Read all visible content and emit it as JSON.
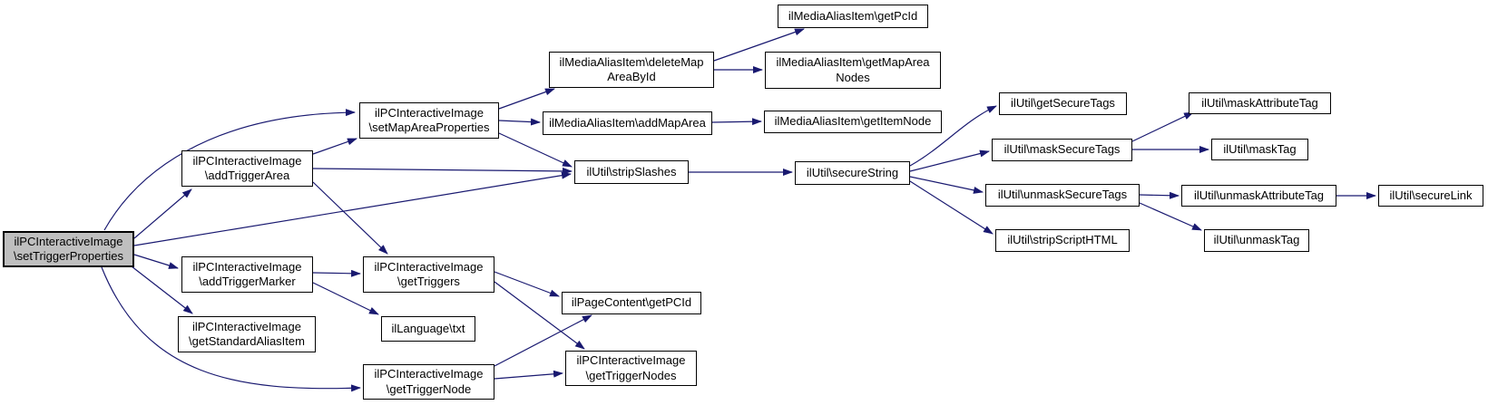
{
  "diagram": {
    "type": "call-graph",
    "background_color": "#ffffff",
    "edge_color": "#191970",
    "node_fill": "#ffffff",
    "node_border_color": "#000000",
    "highlighted_node_fill": "#bfbfbf"
  },
  "nodes": [
    {
      "id": "set-trigger-properties",
      "label": "ilPCInteractiveImage\n\\setTriggerProperties",
      "highlighted": true
    },
    {
      "id": "add-trigger-area",
      "label": "ilPCInteractiveImage\n\\addTriggerArea"
    },
    {
      "id": "add-trigger-marker",
      "label": "ilPCInteractiveImage\n\\addTriggerMarker"
    },
    {
      "id": "get-standard-alias-item",
      "label": "ilPCInteractiveImage\n\\getStandardAliasItem"
    },
    {
      "id": "set-map-area-properties",
      "label": "ilPCInteractiveImage\n\\setMapAreaProperties"
    },
    {
      "id": "get-triggers",
      "label": "ilPCInteractiveImage\n\\getTriggers"
    },
    {
      "id": "language-txt",
      "label": "ilLanguage\\txt"
    },
    {
      "id": "get-trigger-node",
      "label": "ilPCInteractiveImage\n\\getTriggerNode"
    },
    {
      "id": "delete-map-area-by-id",
      "label": "ilMediaAliasItem\\deleteMap\nAreaById"
    },
    {
      "id": "add-map-area",
      "label": "ilMediaAliasItem\\addMapArea"
    },
    {
      "id": "strip-slashes",
      "label": "ilUtil\\stripSlashes"
    },
    {
      "id": "get-pcid",
      "label": "ilPageContent\\getPCId"
    },
    {
      "id": "get-trigger-nodes",
      "label": "ilPCInteractiveImage\n\\getTriggerNodes"
    },
    {
      "id": "get-pc-id",
      "label": "ilMediaAliasItem\\getPcId"
    },
    {
      "id": "get-map-area-nodes",
      "label": "ilMediaAliasItem\\getMapArea\nNodes"
    },
    {
      "id": "get-item-node",
      "label": "ilMediaAliasItem\\getItemNode"
    },
    {
      "id": "secure-string",
      "label": "ilUtil\\secureString"
    },
    {
      "id": "get-secure-tags",
      "label": "ilUtil\\getSecureTags"
    },
    {
      "id": "mask-secure-tags",
      "label": "ilUtil\\maskSecureTags"
    },
    {
      "id": "unmask-secure-tags",
      "label": "ilUtil\\unmaskSecureTags"
    },
    {
      "id": "strip-script-html",
      "label": "ilUtil\\stripScriptHTML"
    },
    {
      "id": "mask-attribute-tag",
      "label": "ilUtil\\maskAttributeTag"
    },
    {
      "id": "mask-tag",
      "label": "ilUtil\\maskTag"
    },
    {
      "id": "unmask-attribute-tag",
      "label": "ilUtil\\unmaskAttributeTag"
    },
    {
      "id": "secure-link",
      "label": "ilUtil\\secureLink"
    },
    {
      "id": "unmask-tag",
      "label": "ilUtil\\unmaskTag"
    }
  ],
  "edges": [
    {
      "from": "set-trigger-properties",
      "to": "set-map-area-properties"
    },
    {
      "from": "set-trigger-properties",
      "to": "add-trigger-area"
    },
    {
      "from": "set-trigger-properties",
      "to": "strip-slashes"
    },
    {
      "from": "set-trigger-properties",
      "to": "add-trigger-marker"
    },
    {
      "from": "set-trigger-properties",
      "to": "get-standard-alias-item"
    },
    {
      "from": "set-trigger-properties",
      "to": "get-trigger-node"
    },
    {
      "from": "add-trigger-area",
      "to": "set-map-area-properties"
    },
    {
      "from": "add-trigger-area",
      "to": "strip-slashes"
    },
    {
      "from": "add-trigger-area",
      "to": "get-triggers"
    },
    {
      "from": "add-trigger-marker",
      "to": "get-triggers"
    },
    {
      "from": "add-trigger-marker",
      "to": "language-txt"
    },
    {
      "from": "set-map-area-properties",
      "to": "delete-map-area-by-id"
    },
    {
      "from": "set-map-area-properties",
      "to": "add-map-area"
    },
    {
      "from": "set-map-area-properties",
      "to": "strip-slashes"
    },
    {
      "from": "delete-map-area-by-id",
      "to": "get-pc-id"
    },
    {
      "from": "delete-map-area-by-id",
      "to": "get-map-area-nodes"
    },
    {
      "from": "add-map-area",
      "to": "get-item-node"
    },
    {
      "from": "strip-slashes",
      "to": "secure-string"
    },
    {
      "from": "secure-string",
      "to": "get-secure-tags"
    },
    {
      "from": "secure-string",
      "to": "mask-secure-tags"
    },
    {
      "from": "secure-string",
      "to": "unmask-secure-tags"
    },
    {
      "from": "secure-string",
      "to": "strip-script-html"
    },
    {
      "from": "mask-secure-tags",
      "to": "mask-attribute-tag"
    },
    {
      "from": "mask-secure-tags",
      "to": "mask-tag"
    },
    {
      "from": "unmask-secure-tags",
      "to": "unmask-attribute-tag"
    },
    {
      "from": "unmask-secure-tags",
      "to": "unmask-tag"
    },
    {
      "from": "unmask-attribute-tag",
      "to": "secure-link"
    },
    {
      "from": "get-triggers",
      "to": "get-pcid"
    },
    {
      "from": "get-triggers",
      "to": "get-trigger-nodes"
    },
    {
      "from": "get-trigger-node",
      "to": "get-pcid"
    },
    {
      "from": "get-trigger-node",
      "to": "get-trigger-nodes"
    }
  ]
}
